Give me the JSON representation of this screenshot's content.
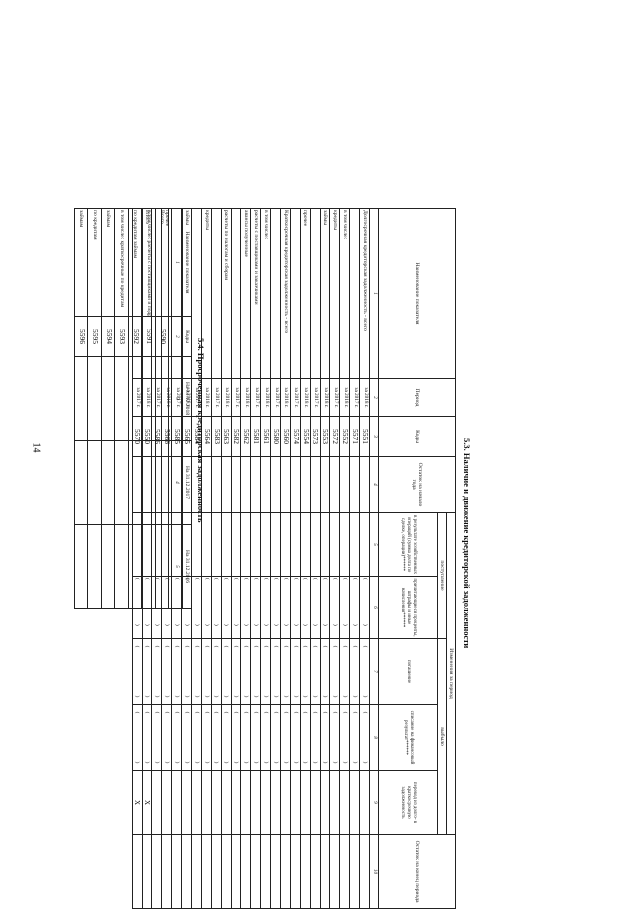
{
  "page_number": "14",
  "section_53": {
    "title": "5.3. Наличие и движение кредиторской задолженности",
    "headers": {
      "name": "Наименование показателя",
      "period": "Период",
      "code": "Коды",
      "balance_start": "Остаток на начало года",
      "changes": "Изменения за период",
      "received": "поступление",
      "retired": "выбыло",
      "from_operations": "в результате хозяйственных операций (сумма долга по сделке, операции)******",
      "interest_accrued": "причитающиеся проценты, штрафы и иные начисления******",
      "repayment": "погашение",
      "write_off": "списание на финансовый результат******",
      "transfer": "перевод из долго- в краткосрочную задолженность",
      "balance_end": "Остаток на конец периода"
    },
    "column_numbers": [
      "1",
      "2",
      "3",
      "4",
      "5",
      "6",
      "7",
      "8",
      "9",
      "10"
    ],
    "rows": [
      {
        "name": "Долгосрочная кредиторская задолженность - всего",
        "period": "за 2018 г.",
        "code": "5551",
        "x": ""
      },
      {
        "name": "",
        "period": "за 2017 г.",
        "code": "5571",
        "x": ""
      },
      {
        "name": "в том числе:",
        "period": "за 2018 г.",
        "code": "5552",
        "x": ""
      },
      {
        "name": "кредиты",
        "period": "за 2017 г.",
        "code": "5572",
        "x": ""
      },
      {
        "name": "займы",
        "period": "за 2018 г.",
        "code": "5553",
        "x": ""
      },
      {
        "name": "",
        "period": "за 2017 г.",
        "code": "5573",
        "x": ""
      },
      {
        "name": "прочее",
        "period": "за 2018 г.",
        "code": "5554",
        "x": ""
      },
      {
        "name": "",
        "period": "за 2017 г.",
        "code": "5574",
        "x": ""
      },
      {
        "name": "Краткосрочная кредиторская задолженность - всего",
        "period": "за 2018 г.",
        "code": "5560",
        "x": ""
      },
      {
        "name": "",
        "period": "за 2017 г.",
        "code": "5580",
        "x": ""
      },
      {
        "name": "в том числе:",
        "period": "за 2018 г.",
        "code": "5561",
        "x": ""
      },
      {
        "name": "расчеты с поставщиками и заказчиками",
        "period": "за 2017 г.",
        "code": "5581",
        "x": ""
      },
      {
        "name": "авансы полученные",
        "period": "за 2018 г.",
        "code": "5562",
        "x": ""
      },
      {
        "name": "",
        "period": "за 2017 г.",
        "code": "5582",
        "x": ""
      },
      {
        "name": "расчеты по налогам и сборам",
        "period": "за 2018 г.",
        "code": "5563",
        "x": ""
      },
      {
        "name": "",
        "period": "за 2017 г.",
        "code": "5583",
        "x": ""
      },
      {
        "name": "кредиты",
        "period": "за 2018 г.",
        "code": "5564",
        "x": ""
      },
      {
        "name": "",
        "period": "за 2017 г.",
        "code": "5584",
        "x": ""
      },
      {
        "name": "займы",
        "period": "за 2018 г.",
        "code": "5565",
        "x": ""
      },
      {
        "name": "",
        "period": "за 2017 г.",
        "code": "5585",
        "x": ""
      },
      {
        "name": "прочее",
        "period": "за 2018 г.",
        "code": "5566",
        "x": ""
      },
      {
        "name": "",
        "period": "за 2017 г.",
        "code": "5586",
        "x": ""
      },
      {
        "name": "Итого",
        "period": "за 2018 г.",
        "code": "5550",
        "x": "X"
      },
      {
        "name": "",
        "period": "за 2017 г.",
        "code": "5570",
        "x": "X"
      }
    ],
    "paren_open": "(",
    "paren_close": ")"
  },
  "section_54": {
    "title": "5.4. Просроченная кредиторская задолженность",
    "headers": {
      "name": "Наименование показателя",
      "code": "Коды",
      "d2018": "На 31.12.2018",
      "d2017": "На 31.12.2017",
      "d2016": "На 31.12.2016"
    },
    "column_numbers": [
      "1",
      "2",
      "3",
      "4",
      "5"
    ],
    "rows": [
      {
        "name": "Всего",
        "code": "5590"
      },
      {
        "name": "в том числе: расчеты с поставщиками и подрядчиками",
        "code": "5591"
      },
      {
        "name": "по кредитам займам",
        "code": "5592"
      },
      {
        "name": "в том числе: краткосрочные по кредитам",
        "code": "5593"
      },
      {
        "name": "займам",
        "code": "5594"
      },
      {
        "name": "по кредитам",
        "code": "5595"
      },
      {
        "name": "займам",
        "code": "5596"
      }
    ]
  }
}
